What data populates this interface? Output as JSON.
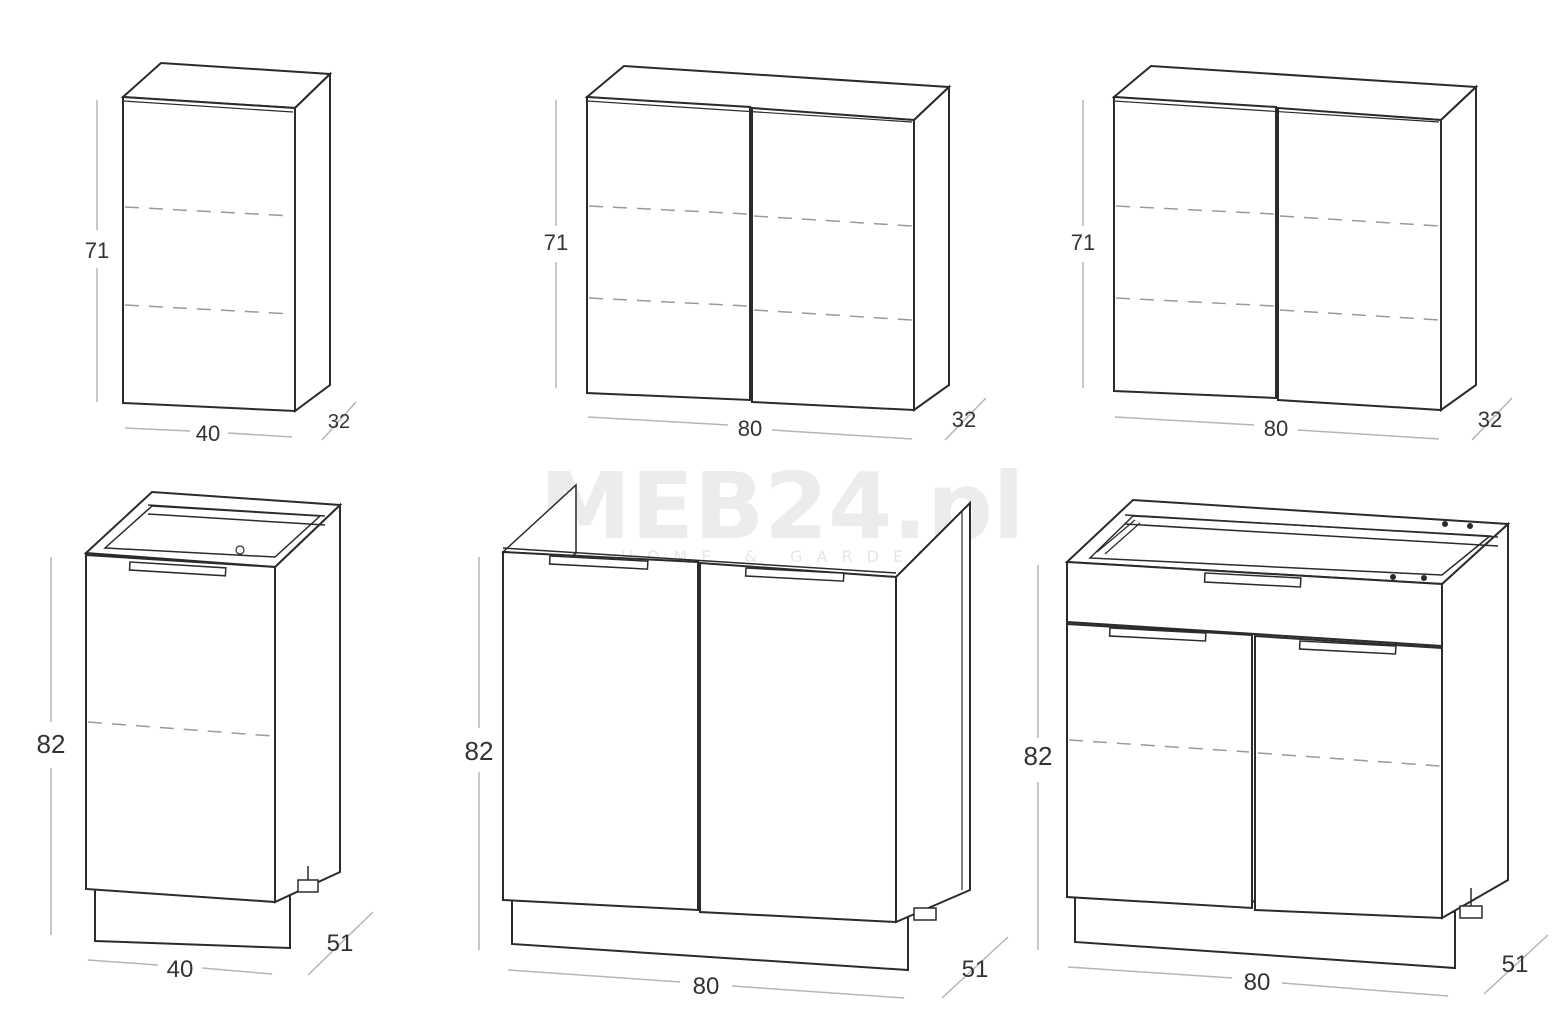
{
  "watermark": {
    "brand": "MEB24.pl",
    "tagline": "HOME & GARDEN"
  },
  "colors": {
    "outline": "#2b2b2b",
    "dimension_line": "#b5b5b5",
    "dimension_text": "#333333",
    "dashed_line": "#9a9a9a",
    "watermark": "#e9e9e9"
  },
  "cabinets": [
    {
      "id": "wall-40",
      "type": "wall",
      "doors": 1,
      "drawer": false,
      "height": "71",
      "width": "40",
      "depth": "32"
    },
    {
      "id": "wall-80-a",
      "type": "wall",
      "doors": 2,
      "drawer": false,
      "height": "71",
      "width": "80",
      "depth": "32"
    },
    {
      "id": "wall-80-b",
      "type": "wall",
      "doors": 2,
      "drawer": false,
      "height": "71",
      "width": "80",
      "depth": "32"
    },
    {
      "id": "base-40",
      "type": "base",
      "doors": 1,
      "drawer": false,
      "height": "82",
      "width": "40",
      "depth": "51"
    },
    {
      "id": "base-80-sink",
      "type": "base",
      "doors": 2,
      "drawer": false,
      "height": "82",
      "width": "80",
      "depth": "51"
    },
    {
      "id": "base-80-drawer",
      "type": "base",
      "doors": 2,
      "drawer": true,
      "height": "82",
      "width": "80",
      "depth": "51"
    }
  ]
}
